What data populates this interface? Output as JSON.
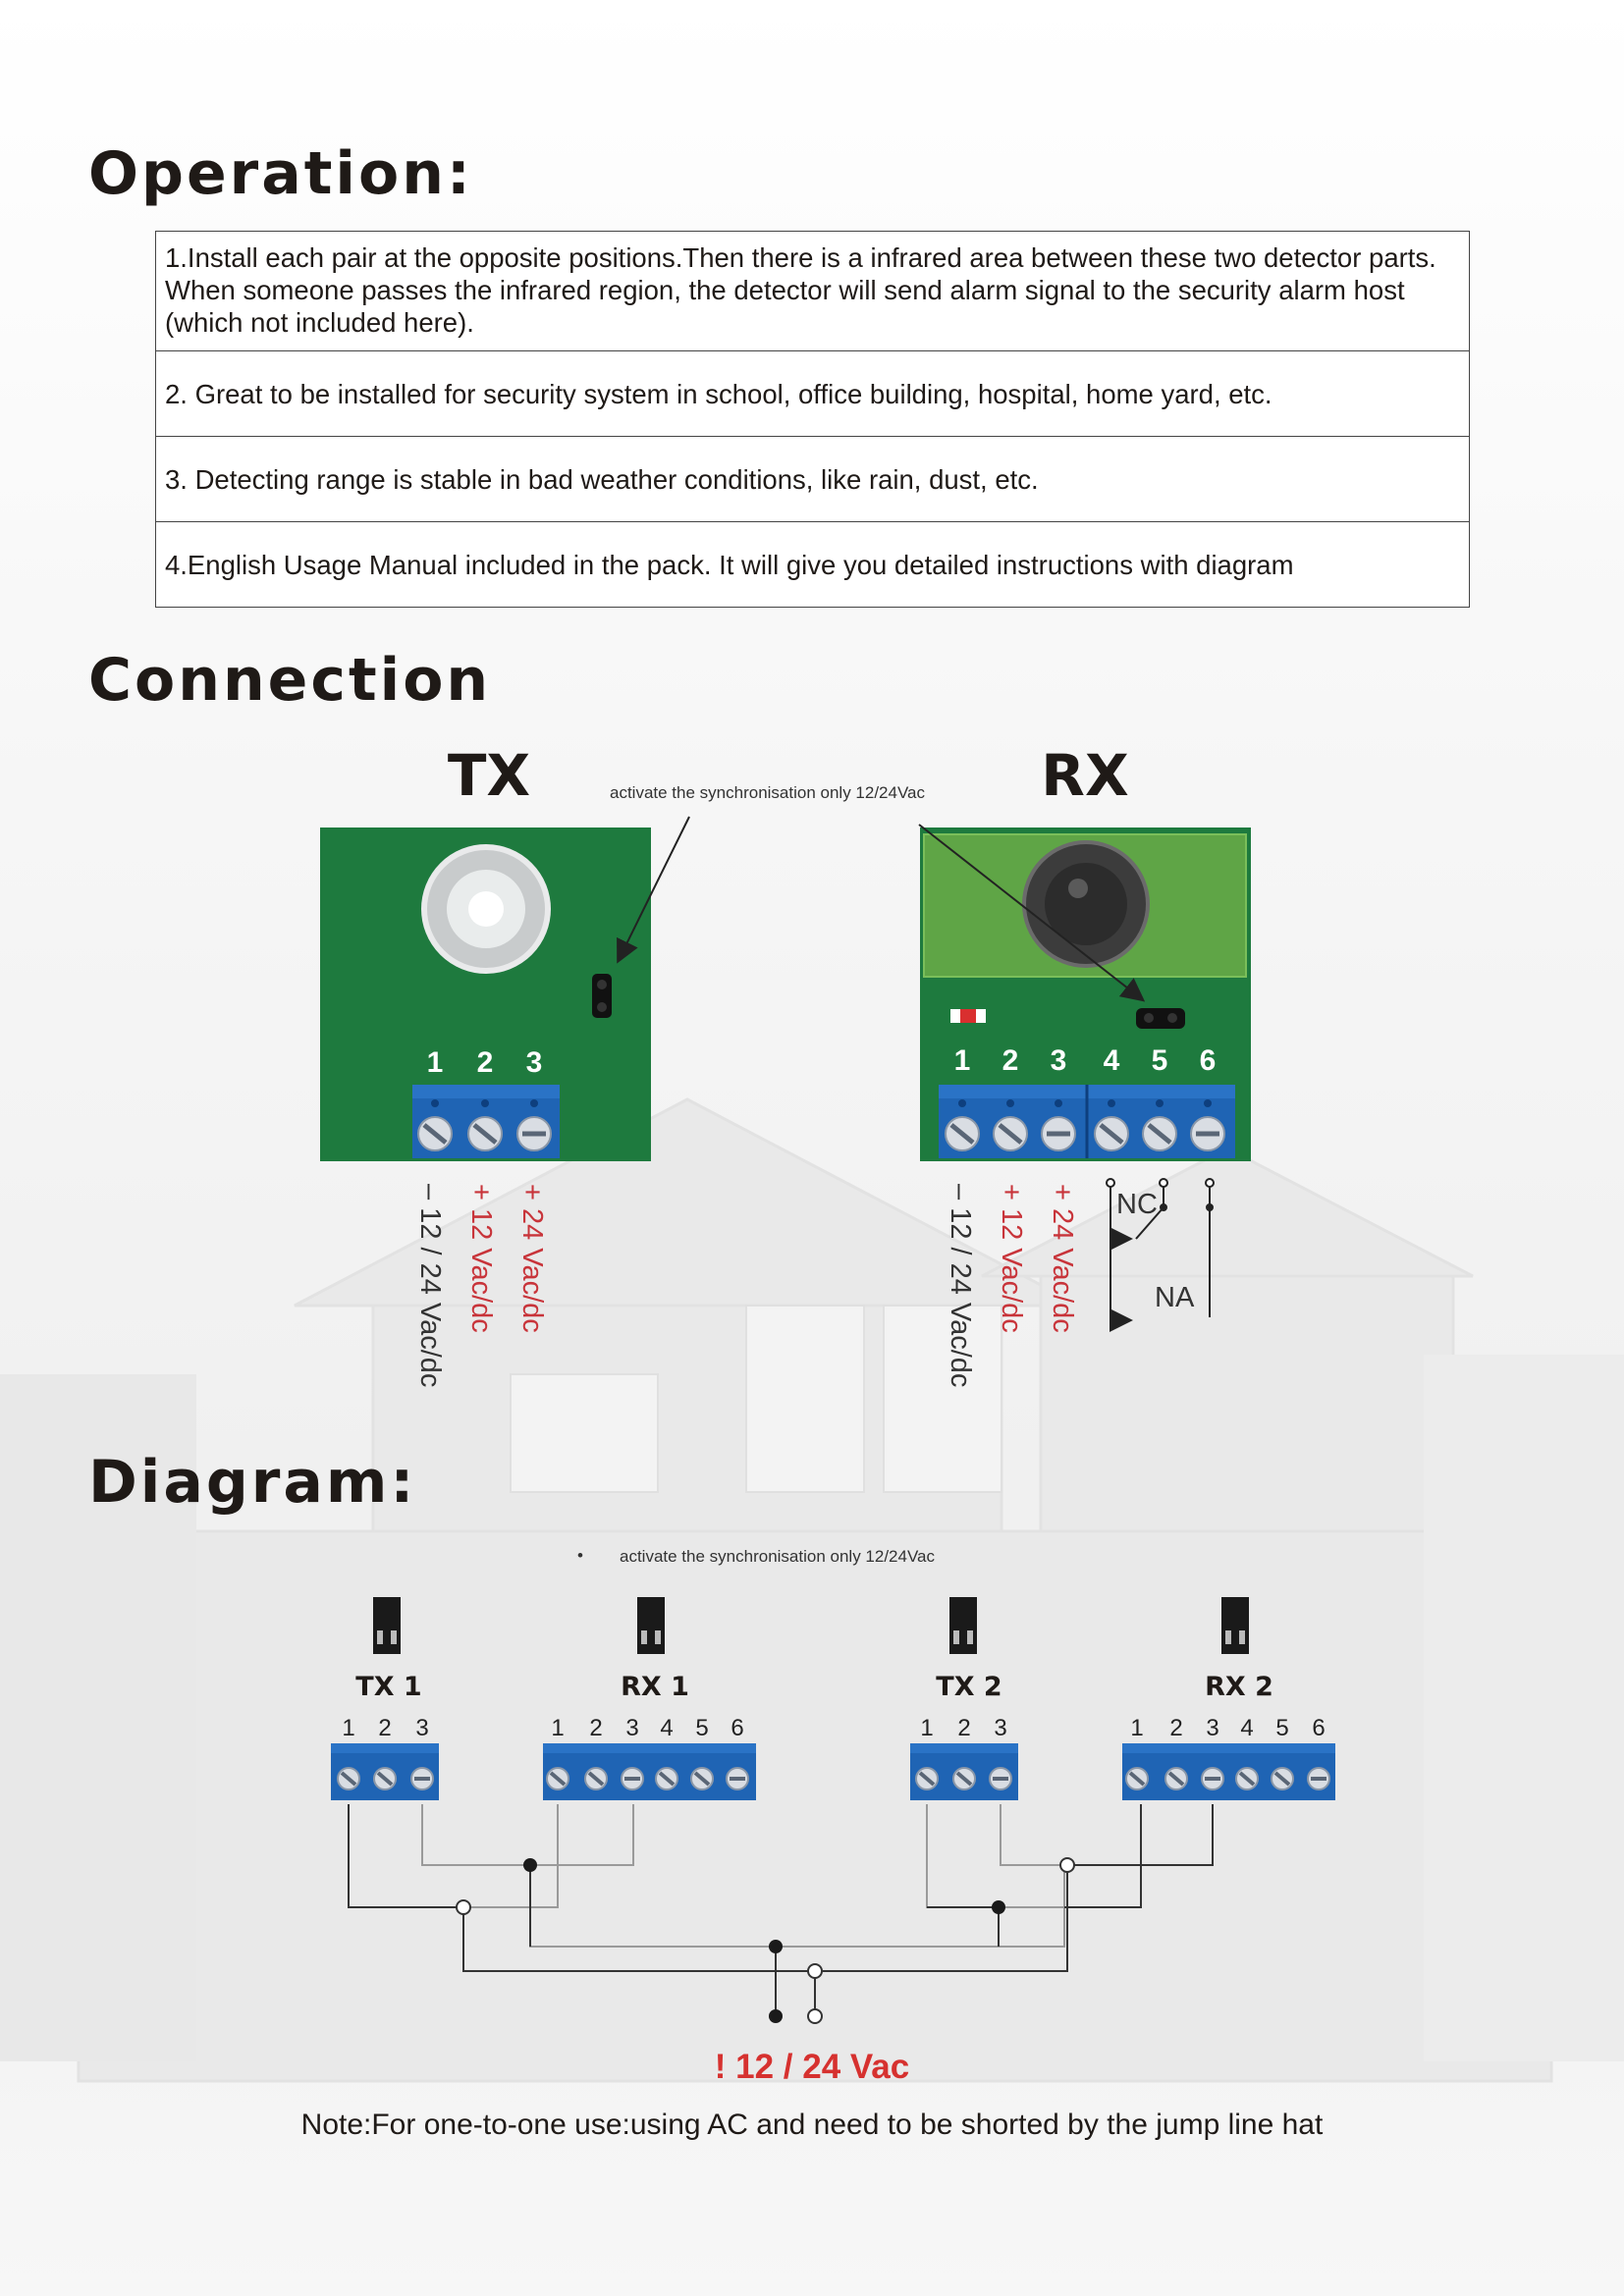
{
  "operation": {
    "title": "Operation:",
    "items": [
      "1.Install each pair at the opposite positions.Then there is a infrared area between these two detector parts. When someone passes the infrared region, the detector will send alarm signal to the security alarm host (which not included here).",
      "2. Great to be installed for security system in school, office building, hospital, home yard, etc.",
      "3. Detecting range is stable in bad weather conditions, like rain, dust, etc.",
      "4.English Usage Manual included in the pack. It will give you detailed instructions with diagram"
    ]
  },
  "connection": {
    "title": "Connection",
    "sync_note": "activate the synchronisation only 12/24Vac",
    "tx": {
      "label": "TX",
      "pins": [
        "1",
        "2",
        "3"
      ],
      "wires": [
        "– 12 / 24 Vac/dc",
        "+ 12 Vac/dc",
        "+ 24 Vac/dc"
      ]
    },
    "rx": {
      "label": "RX",
      "pins": [
        "1",
        "2",
        "3",
        "4",
        "5",
        "6"
      ],
      "wires": [
        "– 12 / 24 Vac/dc",
        "+ 12 Vac/dc",
        "+ 24 Vac/dc"
      ],
      "relay_nc": "NC",
      "relay_na": "NA"
    }
  },
  "diagram": {
    "title": "Diagram:",
    "bullet": "•",
    "sync_note": "activate the synchronisation only 12/24Vac",
    "units": [
      {
        "label": "TX 1",
        "pins": [
          "1",
          "2",
          "3"
        ]
      },
      {
        "label": "RX 1",
        "pins": [
          "1",
          "2",
          "3",
          "4",
          "5",
          "6"
        ]
      },
      {
        "label": "TX 2",
        "pins": [
          "1",
          "2",
          "3"
        ]
      },
      {
        "label": "RX 2",
        "pins": [
          "1",
          "2",
          "3",
          "4",
          "5",
          "6"
        ]
      }
    ],
    "supply": "! 12 / 24 Vac",
    "note": "Note:For one-to-one use:using AC and need to be shorted by the jump line hat"
  },
  "colors": {
    "pcb": "#1e7a3e",
    "terminal": "#1f64b4",
    "positive_wire_label": "#c8343a",
    "supply_text": "#d6312f"
  }
}
